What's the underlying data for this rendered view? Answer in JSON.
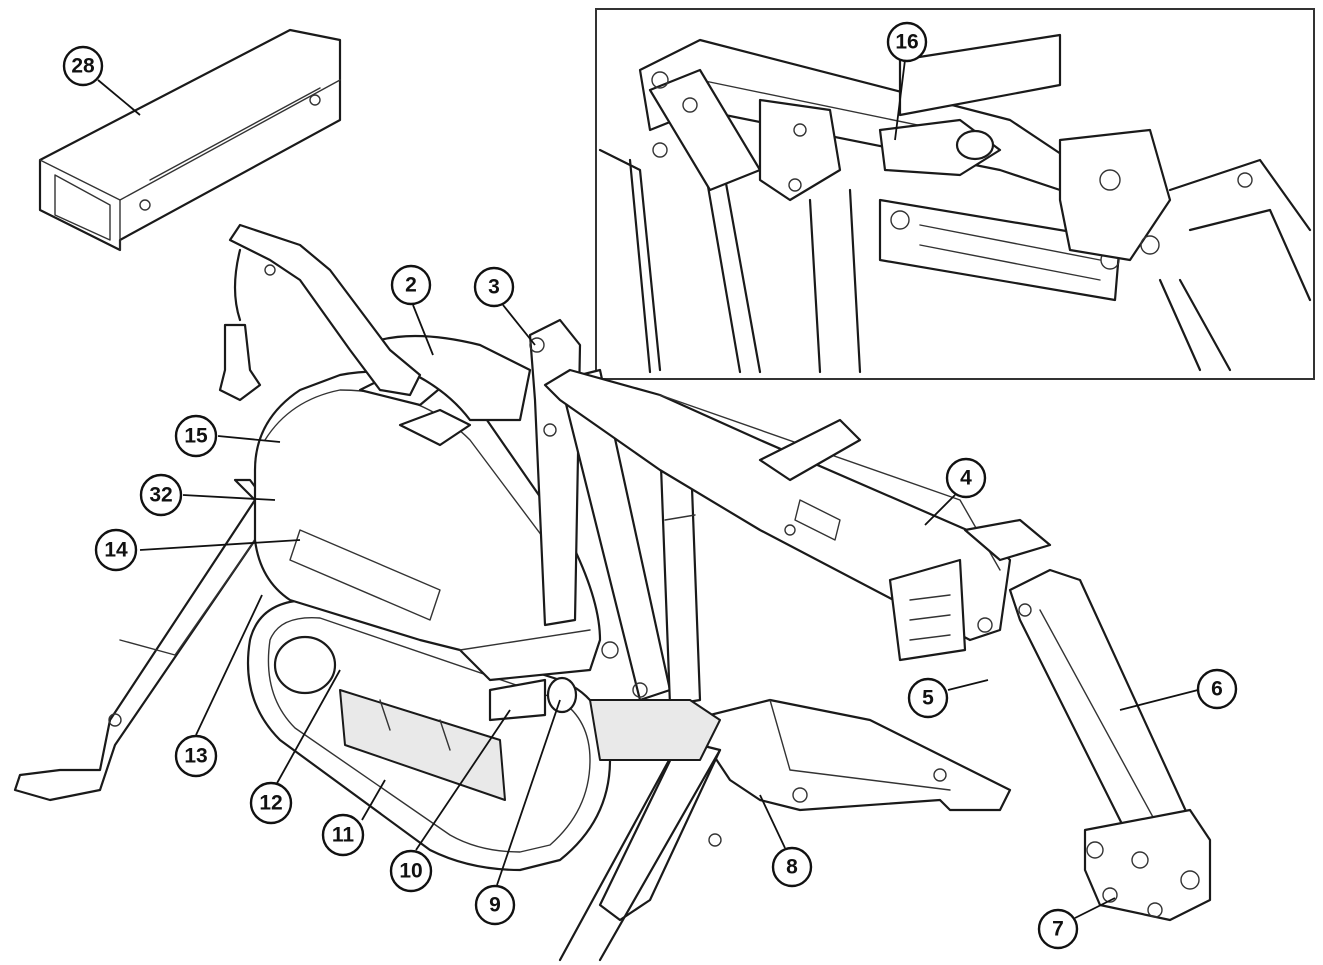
{
  "callouts": [
    {
      "id": "28",
      "label": "28"
    },
    {
      "id": "16",
      "label": "16"
    },
    {
      "id": "2",
      "label": "2"
    },
    {
      "id": "3",
      "label": "3"
    },
    {
      "id": "15",
      "label": "15"
    },
    {
      "id": "32",
      "label": "32"
    },
    {
      "id": "14",
      "label": "14"
    },
    {
      "id": "4",
      "label": "4"
    },
    {
      "id": "5",
      "label": "5"
    },
    {
      "id": "6",
      "label": "6"
    },
    {
      "id": "13",
      "label": "13"
    },
    {
      "id": "12",
      "label": "12"
    },
    {
      "id": "11",
      "label": "11"
    },
    {
      "id": "10",
      "label": "10"
    },
    {
      "id": "9",
      "label": "9"
    },
    {
      "id": "8",
      "label": "8"
    },
    {
      "id": "7",
      "label": "7"
    }
  ]
}
